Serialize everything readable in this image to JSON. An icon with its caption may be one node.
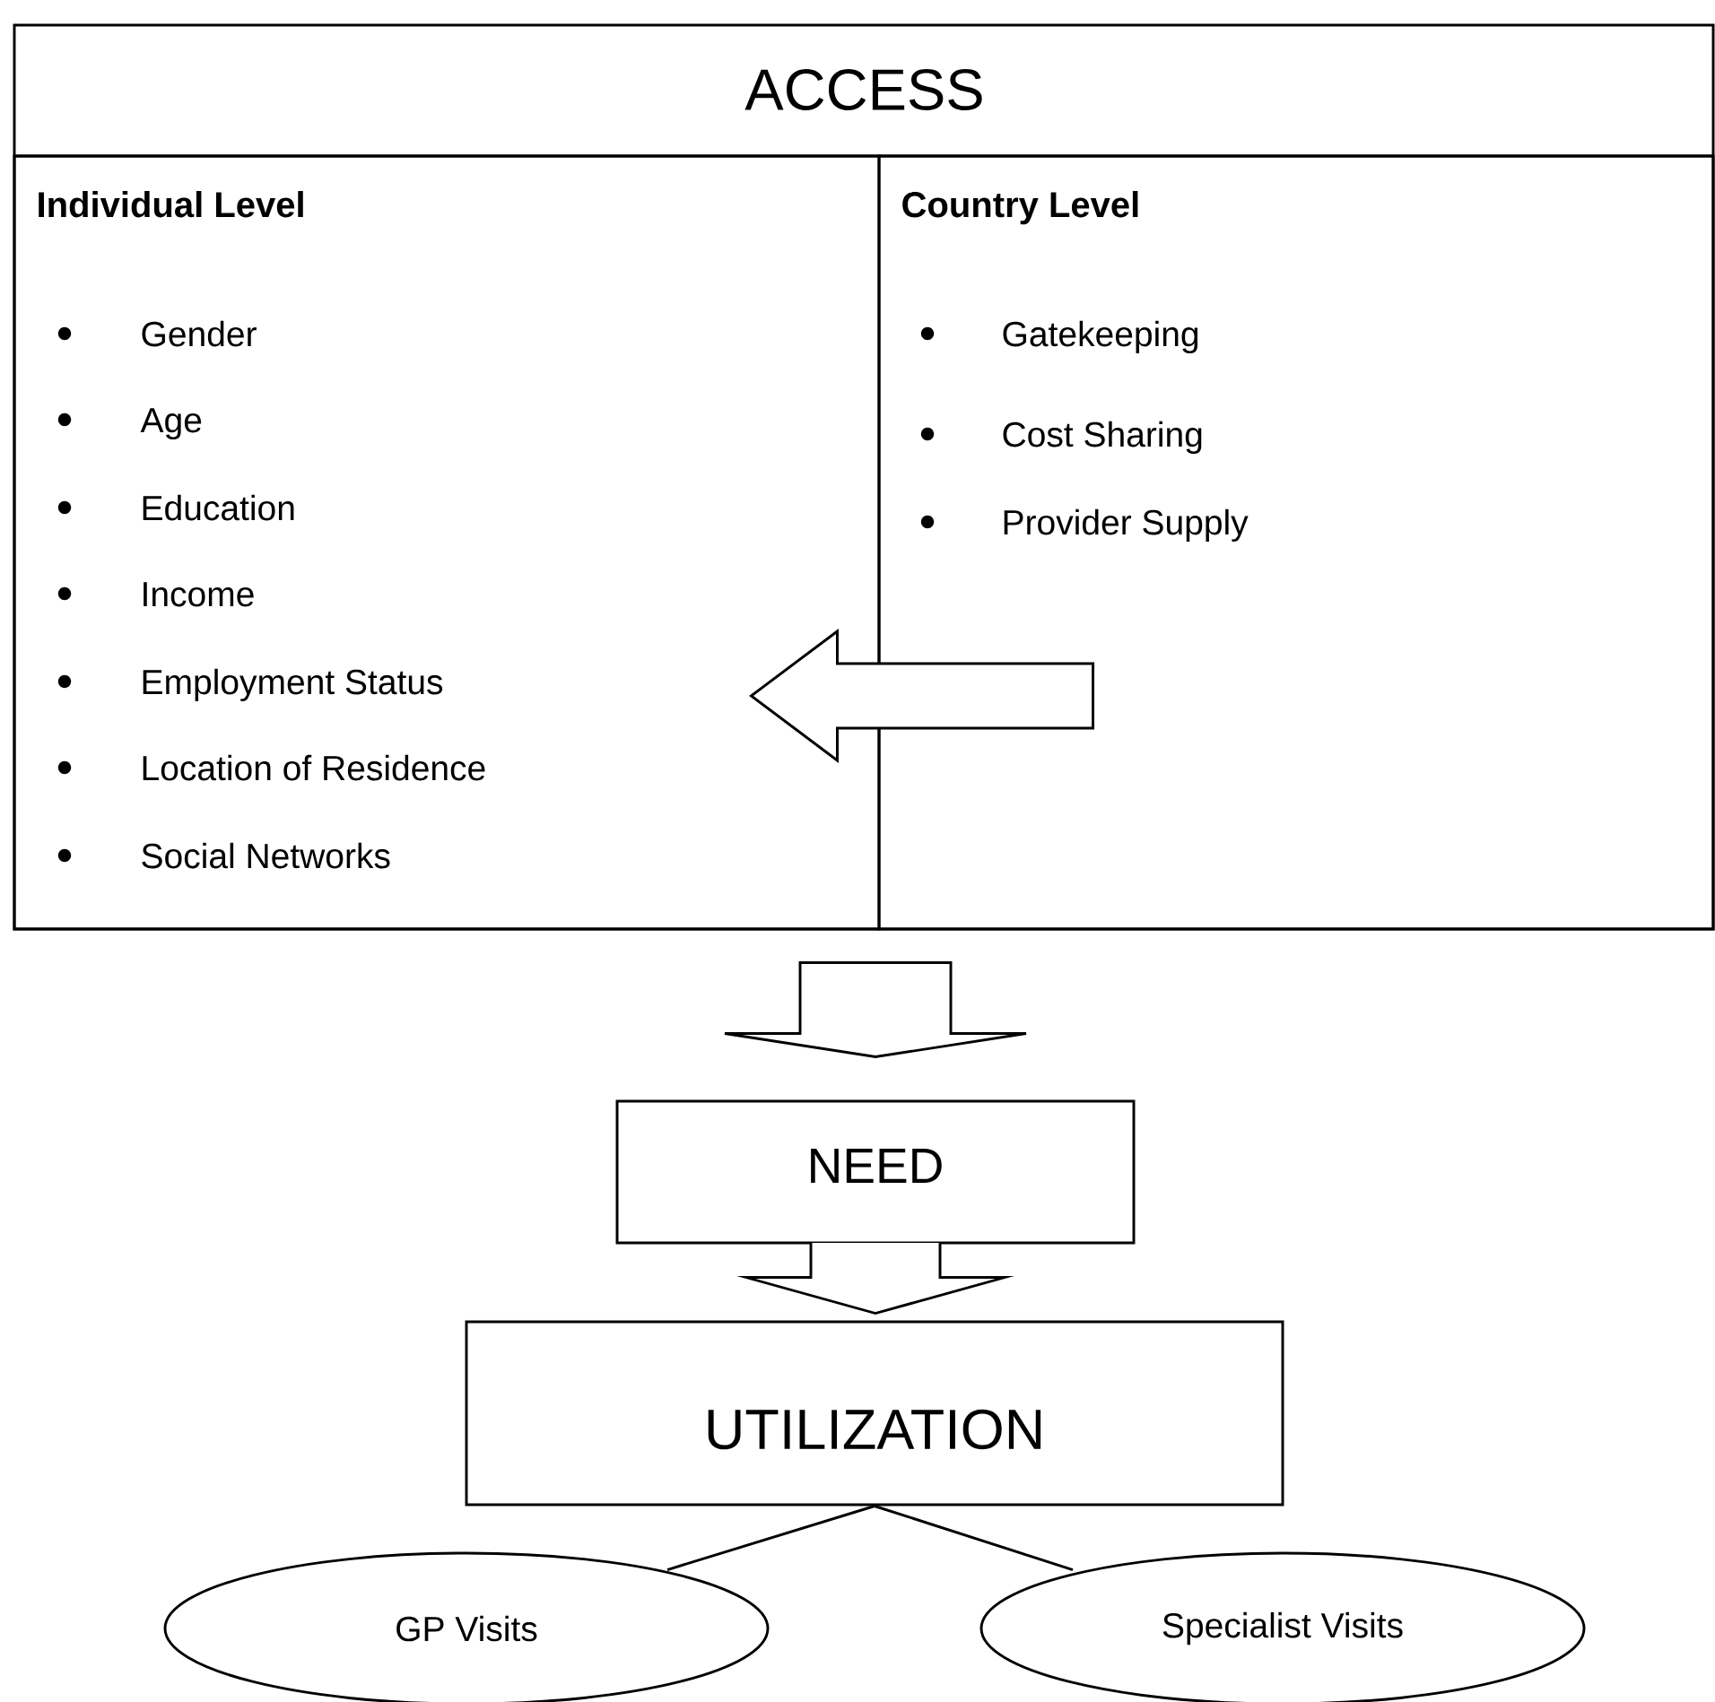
{
  "diagram": {
    "nodes": [
      {
        "text": [
          "ACCESS"
        ]
      },
      {
        "text": [
          "Individual Level",
          "Gender",
          "Age",
          "Education",
          "Income",
          "Employment Status",
          "Location of Residence",
          "Social Networks"
        ],
        "in": 0
      },
      {
        "text": [
          "Country Level",
          "Gatekeeping",
          "Cost Sharing",
          "Provider Supply"
        ],
        "in": 0
      },
      {
        "text": [
          "NEED"
        ]
      },
      {
        "text": [
          "UTILIZATION"
        ]
      },
      {
        "text": [
          "GP Visits"
        ]
      },
      {
        "text": [
          "Specialist Visits"
        ]
      }
    ],
    "edges": [
      {
        "from": 2,
        "to": 1,
        "arrow": "to"
      },
      {
        "from": 0,
        "to": 3,
        "arrow": "to"
      },
      {
        "from": 3,
        "to": 4,
        "arrow": "to"
      },
      {
        "from": 4,
        "to": 5,
        "arrow": "none"
      },
      {
        "from": 4,
        "to": 6,
        "arrow": "none"
      }
    ]
  }
}
